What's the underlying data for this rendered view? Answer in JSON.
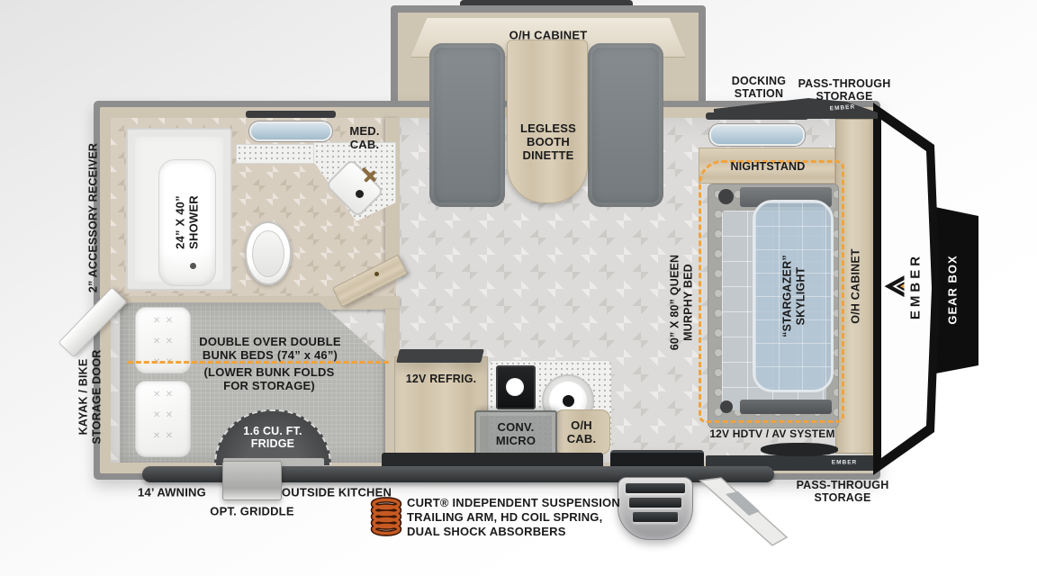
{
  "brand": "EMBER",
  "colors": {
    "accent_orange": "#F2A33C",
    "wall_outline": "#8D8D8D",
    "wall_fill": "#CFC5B3",
    "dark_trim": "#3A3C3E",
    "window_blue": "#A9C0D0"
  },
  "slideout": {
    "oh_cabinet": "O/H CABINET",
    "dinette": "LEGLESS\nBOOTH\nDINETTE"
  },
  "bedroom": {
    "nightstand": "NIGHTSTAND",
    "murphy_bed": "60” X 80” QUEEN\nMURPHY BED",
    "skylight": "“STARGAZER”\nSKYLIGHT",
    "oh_cabinet": "O/H CABINET",
    "av_system": "12V HDTV / AV SYSTEM"
  },
  "bathroom": {
    "shower": "24” X 40”\nSHOWER",
    "med_cab": "MED.\nCAB."
  },
  "bunkroom": {
    "bunk_beds": "DOUBLE OVER DOUBLE\nBUNK BEDS (74” x 46”)",
    "bunk_note": "(LOWER BUNK FOLDS\nFOR STORAGE)",
    "fridge": "1.6 CU. FT.\nFRIDGE"
  },
  "kitchen": {
    "refrigerator": "12V REFRIG.",
    "microwave": "CONV.\nMICRO",
    "oh_cab": "O/H\nCAB."
  },
  "exterior": {
    "docking_station": "DOCKING\nSTATION",
    "pass_through_top": "PASS-THROUGH\nSTORAGE",
    "pass_through_bottom": "PASS-THROUGH\nSTORAGE",
    "accessory_receiver": "2” ACCESSORY RECEIVER",
    "kayak_door": "KAYAK / BIKE\nSTORAGE DOOR",
    "awning": "14’ AWNING",
    "opt_griddle": "OPT. GRIDDLE",
    "outside_kitchen": "OUTSIDE KITCHEN",
    "gear_box": "GEAR BOX",
    "suspension": "CURT® INDEPENDENT SUSPENSION\nTRAILING ARM, HD COIL SPRING,\nDUAL SHOCK ABSORBERS"
  }
}
